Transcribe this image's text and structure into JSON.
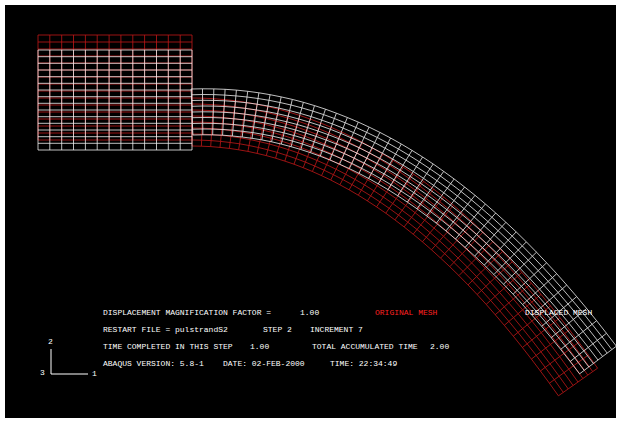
{
  "diagram": {
    "labels": [
      "DISPLACEMENT MAGNIFICATION FACTOR =",
      "1.00",
      "ORIGINAL MESH",
      "DISPLACED MESH",
      "RESTART FILE = pulstrandS2",
      "STEP 2",
      "INCREMENT 7",
      "TIME COMPLETED IN THIS STEP",
      "1.00",
      "TOTAL ACCUMULATED TIME",
      "2.00",
      "ABAQUS VERSION: 5.8-1",
      "DATE: 02-FEB-2000",
      "TIME: 22:34:49",
      "2",
      "3",
      "1"
    ]
  }
}
